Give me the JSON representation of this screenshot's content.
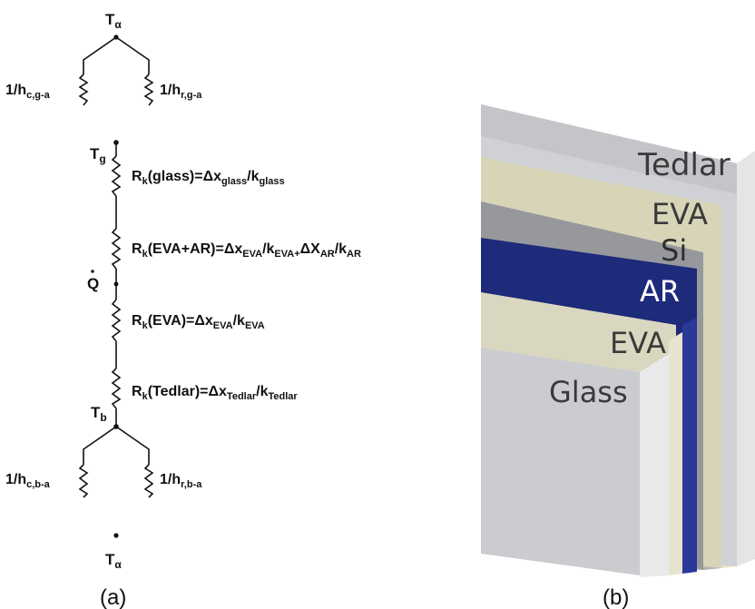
{
  "panel_a": {
    "node_top": {
      "main": "T",
      "sub": "α"
    },
    "node_g": {
      "main": "T",
      "sub": "g"
    },
    "node_b": {
      "main": "T",
      "sub": "b"
    },
    "node_bottom": {
      "main": "T",
      "sub": "α"
    },
    "heat_flow": "Q",
    "upper_left_resistor": {
      "main": "1/h",
      "sub": "c,g-a"
    },
    "upper_right_resistor": {
      "main": "1/h",
      "sub": "r,g-a"
    },
    "lower_left_resistor": {
      "main": "1/h",
      "sub": "c,b-a"
    },
    "lower_right_resistor": {
      "main": "1/h",
      "sub": "r,b-a"
    },
    "r_glass": {
      "r": "R",
      "k": "k",
      "name": "(glass)=Δx",
      "s1": "glass",
      "slash": "/k",
      "s2": "glass"
    },
    "r_eva_ar": {
      "r": "R",
      "k": "k",
      "name": "(EVA+AR)=Δx",
      "s1": "EVA",
      "slash": "/k",
      "s2": "EVA+",
      "mid": "ΔX",
      "s3": "AR",
      "slash2": "/k",
      "s4": "AR"
    },
    "r_eva": {
      "r": "R",
      "k": "k",
      "name": "(EVA)=Δx",
      "s1": "EVA",
      "slash": "/k",
      "s2": "EVA"
    },
    "r_tedlar": {
      "r": "R",
      "k": "k",
      "name": "(Tedlar)=Δx",
      "s1": "Tedlar",
      "slash": "/k",
      "s2": "Tedlar"
    },
    "caption": "(a)"
  },
  "panel_b": {
    "layers": {
      "tedlar": "Tedlar",
      "eva_top": "EVA",
      "si": "Si",
      "ar": "AR",
      "eva_bottom": "EVA",
      "glass": "Glass"
    },
    "colors": {
      "tedlar": "#d2d3d6",
      "eva": "#d9d6bd",
      "si": "#9a9b9f",
      "ar": "#1e2a7a",
      "glass": "#cdced2"
    },
    "caption": "(b)"
  }
}
